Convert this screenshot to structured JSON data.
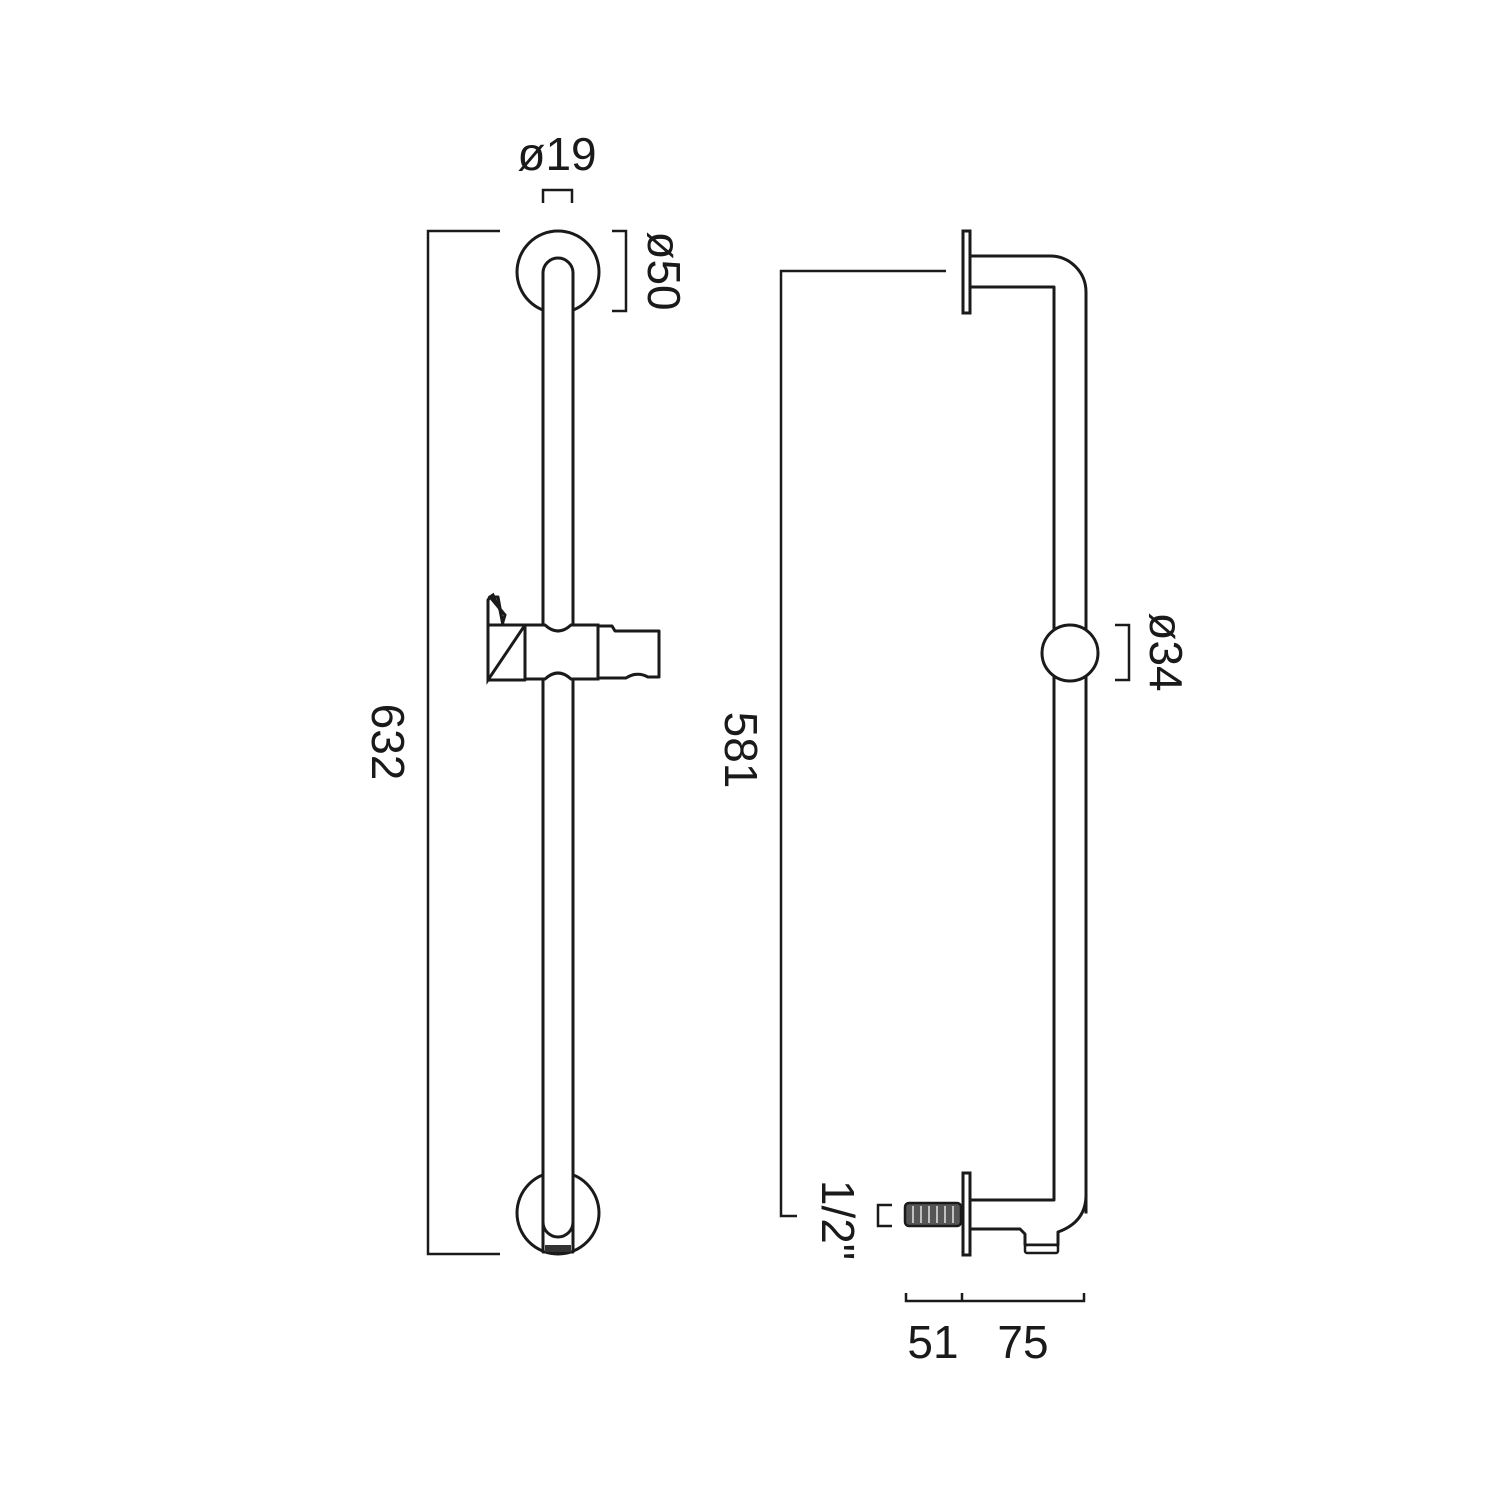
{
  "diagram": {
    "type": "technical-dimension-drawing",
    "subject": "shower riser rail with slider",
    "units": "mm",
    "views": [
      {
        "name": "front-view",
        "dimensions": {
          "rail_diameter": "ø19",
          "wall_bracket_diameter": "ø50",
          "overall_height": "632"
        }
      },
      {
        "name": "side-view",
        "dimensions": {
          "slider_diameter": "ø34",
          "bracket_centres": "581",
          "inlet_thread": "1/2\"",
          "inlet_projection": "51",
          "rail_projection": "75"
        }
      }
    ],
    "colors": {
      "line": "#1a1a1a",
      "background": "#ffffff"
    }
  }
}
